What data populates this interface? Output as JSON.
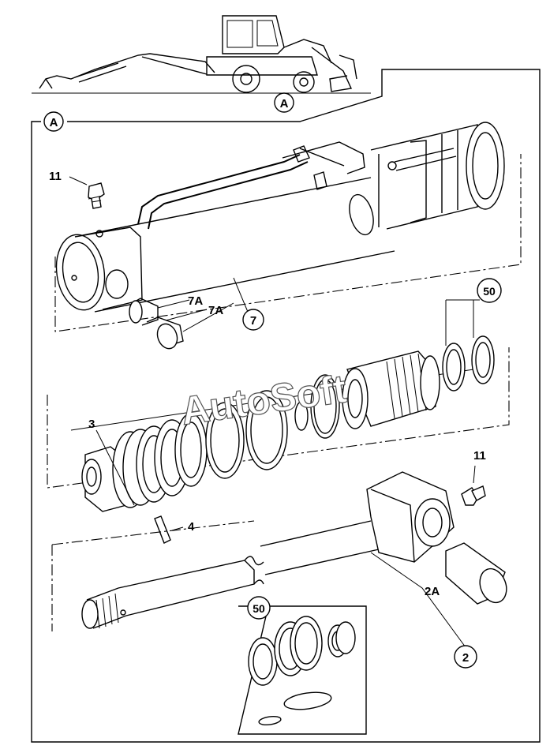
{
  "diagram": {
    "view_marker": "A",
    "watermark": "AutoSoft",
    "labels": {
      "fitting_top": "11",
      "fitting_right": "11",
      "barrel": "7",
      "bush_a": "7A",
      "bush_b": "7A",
      "seal_kit_top": "50",
      "seal_kit_box": "50",
      "piston": "3",
      "pin": "4",
      "rod": "2",
      "rod_bush": "2A"
    }
  }
}
